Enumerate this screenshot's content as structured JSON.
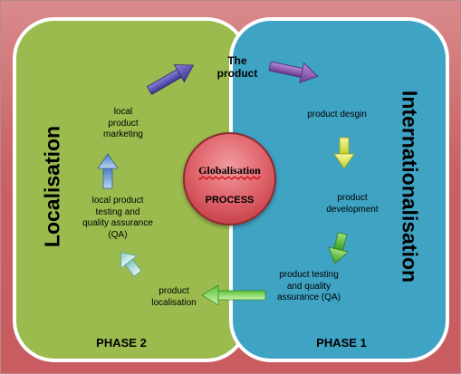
{
  "diagram": {
    "title": "The\nproduct",
    "center": {
      "line1": "Globalisation",
      "line2": "PROCESS"
    },
    "left_panel": {
      "heading": "Localisation",
      "phase": "PHASE 2"
    },
    "right_panel": {
      "heading": "Internationalisation",
      "phase": "PHASE 1"
    },
    "steps": {
      "product_design": "product desgin",
      "product_development": "product\ndevelopment",
      "product_testing": "product testing\nand quality\nassurance (QA)",
      "product_localisation": "product\nlocalisation",
      "local_testing": "local product\ntesting and\nquality assurance\n(QA)",
      "local_marketing": "local\nproduct\nmarketing"
    },
    "colors": {
      "background": "#c96265",
      "localisation_panel": "#9bbb4e",
      "internationalisation_panel": "#3fa3c4",
      "circle": "#e1686f",
      "arrow_top_left": "#5a4fa8",
      "arrow_top_right": "#8a5aa8",
      "arrow_right_upper": "#d8e24a",
      "arrow_right_lower": "#5fbf3a",
      "arrow_bottom": "#7ed957",
      "arrow_left_lower": "#a9dcd9",
      "arrow_left_upper": "#6a9ad0"
    }
  }
}
